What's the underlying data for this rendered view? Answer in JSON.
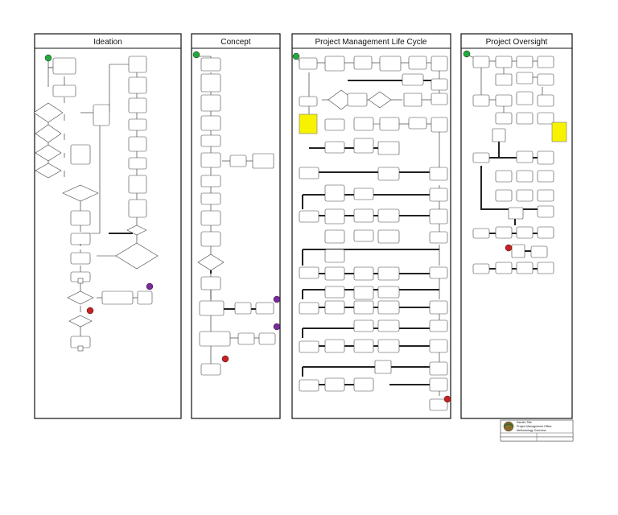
{
  "lanes": [
    {
      "key": "ideation",
      "title": "Ideation"
    },
    {
      "key": "concept",
      "title": "Concept"
    },
    {
      "key": "pmlc",
      "title": "Project Management Life Cycle"
    },
    {
      "key": "oversight",
      "title": "Project Oversight"
    }
  ],
  "title_block": {
    "line1": "Sandia Title",
    "line2": "Project Management Office",
    "line3": "Methodology Overview"
  },
  "colors": {
    "start": "#22aa3a",
    "end": "#cc1f1f",
    "connector": "#7a2a9a",
    "note": "#f7f200",
    "line": "#222222"
  }
}
